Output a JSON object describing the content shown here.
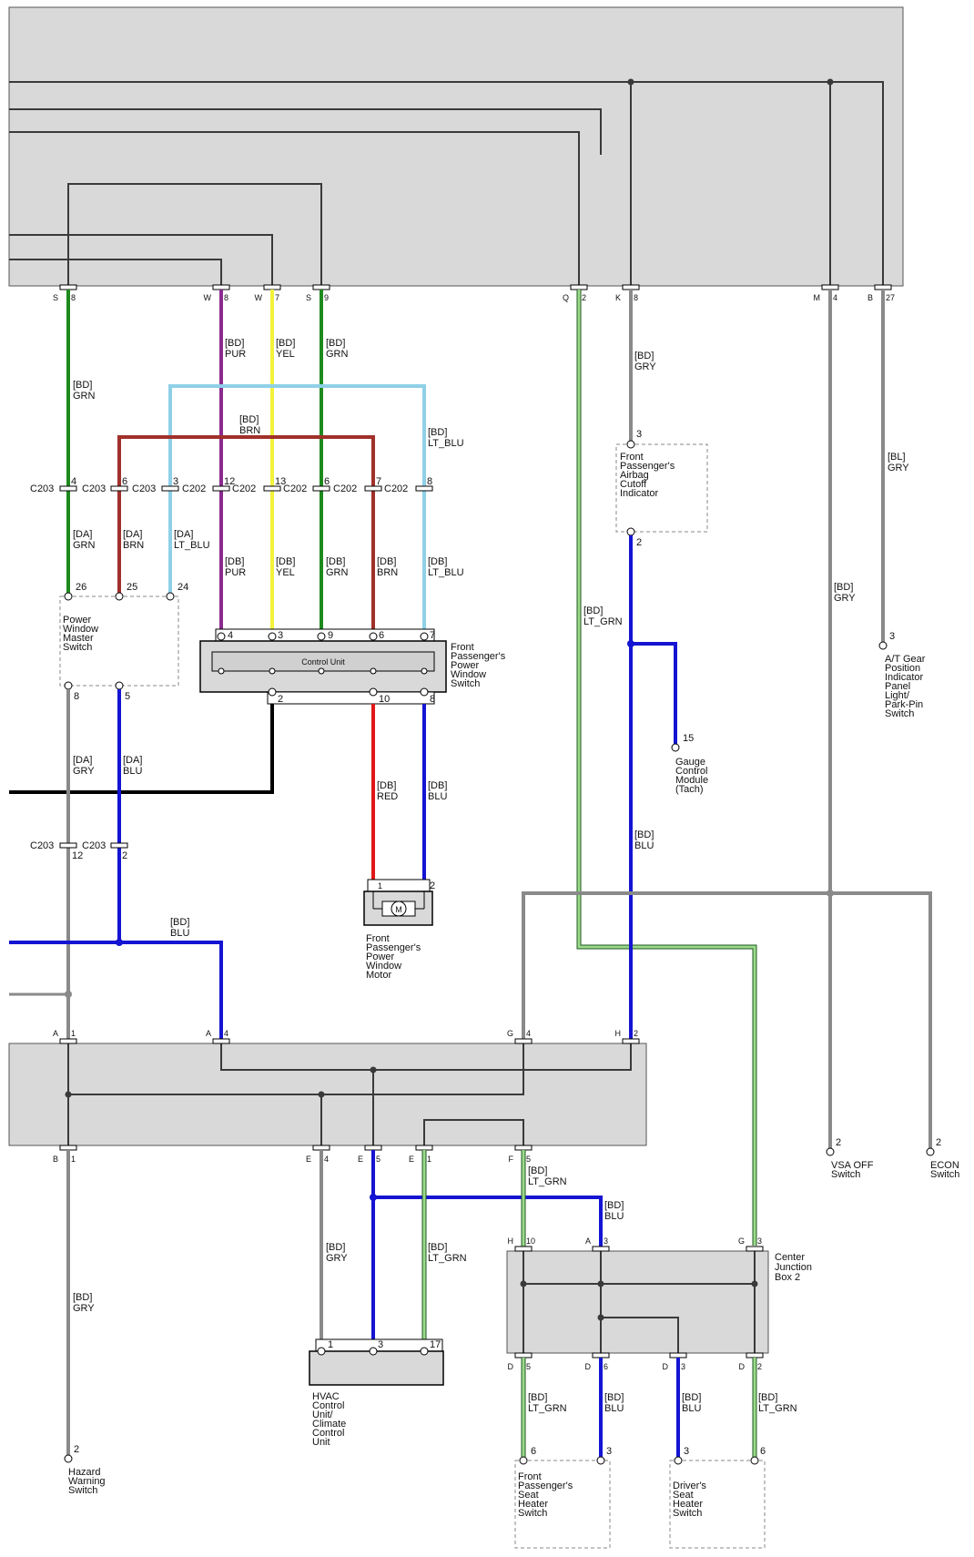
{
  "colors": {
    "GRN": "#1e8a1e",
    "PUR": "#8b2a8f",
    "YEL": "#f2f23a",
    "LT_BLU": "#8fd0e8",
    "BRN": "#a0302a",
    "GRY": "#8a8a8a",
    "LT_GRN": "#9cd98c",
    "BLU": "#1414d2",
    "RED": "#e01818",
    "BLK": "#000000",
    "box_fill": "#d9d9d9",
    "thin_wire": "#3a3a3a"
  },
  "pins_top": [
    {
      "id": "S",
      "num": "8"
    },
    {
      "id": "W",
      "num": "8"
    },
    {
      "id": "W",
      "num": "7"
    },
    {
      "id": "S",
      "num": "9"
    },
    {
      "id": "Q",
      "num": "2"
    },
    {
      "id": "K",
      "num": "8"
    },
    {
      "id": "M",
      "num": "4"
    },
    {
      "id": "B",
      "num": "27"
    }
  ],
  "wire_labels": [
    {
      "line1": "[BD]",
      "line2": "GRN"
    },
    {
      "line1": "[BD]",
      "line2": "PUR"
    },
    {
      "line1": "[BD]",
      "line2": "YEL"
    },
    {
      "line1": "[BD]",
      "line2": "GRN"
    },
    {
      "line1": "[BD]",
      "line2": "BRN"
    },
    {
      "line1": "[BD]",
      "line2": "LT_BLU"
    },
    {
      "line1": "[BD]",
      "line2": "GRY"
    },
    {
      "line1": "[BL]",
      "line2": "GRY"
    },
    {
      "line1": "[DA]",
      "line2": "GRN"
    },
    {
      "line1": "[DA]",
      "line2": "BRN"
    },
    {
      "line1": "[DA]",
      "line2": "LT_BLU"
    },
    {
      "line1": "[DB]",
      "line2": "PUR"
    },
    {
      "line1": "[DB]",
      "line2": "YEL"
    },
    {
      "line1": "[DB]",
      "line2": "GRN"
    },
    {
      "line1": "[DB]",
      "line2": "BRN"
    },
    {
      "line1": "[DB]",
      "line2": "LT_BLU"
    },
    {
      "line1": "[BD]",
      "line2": "LT_GRN"
    },
    {
      "line1": "[BD]",
      "line2": "GRY"
    },
    {
      "line1": "[DA]",
      "line2": "GRY"
    },
    {
      "line1": "[DA]",
      "line2": "BLU"
    },
    {
      "line1": "[DB]",
      "line2": "RED"
    },
    {
      "line1": "[DB]",
      "line2": "BLU"
    },
    {
      "line1": "[BD]",
      "line2": "BLU"
    },
    {
      "line1": "[BD]",
      "line2": "BLU"
    },
    {
      "line1": "[BD]",
      "line2": "LT_GRN"
    },
    {
      "line1": "[BD]",
      "line2": "BLU"
    },
    {
      "line1": "[BD]",
      "line2": "GRY"
    },
    {
      "line1": "[BD]",
      "line2": "LT_GRN"
    },
    {
      "line1": "[BD]",
      "line2": "GRY"
    },
    {
      "line1": "[BD]",
      "line2": "LT_GRN"
    },
    {
      "line1": "[BD]",
      "line2": "BLU"
    },
    {
      "line1": "[BD]",
      "line2": "BLU"
    },
    {
      "line1": "[BD]",
      "line2": "LT_GRN"
    }
  ],
  "connectors": [
    {
      "name": "C203",
      "pin": "4"
    },
    {
      "name": "C203",
      "pin": "6"
    },
    {
      "name": "C203",
      "pin": "3"
    },
    {
      "name": "C202",
      "pin": "12"
    },
    {
      "name": "C202",
      "pin": "13"
    },
    {
      "name": "C202",
      "pin": "6"
    },
    {
      "name": "C202",
      "pin": "7"
    },
    {
      "name": "C202",
      "pin": "8"
    },
    {
      "name": "C203",
      "pin": "12"
    },
    {
      "name": "C203",
      "pin": "2"
    }
  ],
  "components": {
    "airbag_indicator": [
      "Front",
      "Passenger's",
      "Airbag",
      "Cutoff",
      "Indicator"
    ],
    "at_gear": [
      "A/T Gear",
      "Position",
      "Indicator",
      "Panel",
      "Light/",
      "Park-Pin",
      "Switch"
    ],
    "pw_master": [
      "Power",
      "Window",
      "Master",
      "Switch"
    ],
    "fp_pw_switch": [
      "Front",
      "Passenger's",
      "Power",
      "Window",
      "Switch"
    ],
    "control_unit": "Control Unit",
    "gauge": [
      "Gauge",
      "Control",
      "Module",
      "(Tach)"
    ],
    "pw_motor": [
      "Front",
      "Passenger's",
      "Power",
      "Window",
      "Motor"
    ],
    "motor_symbol": "M",
    "vsa": [
      "VSA OFF",
      "Switch"
    ],
    "econ": [
      "ECON",
      "Switch"
    ],
    "cjb2": [
      "Center",
      "Junction",
      "Box 2"
    ],
    "hvac": [
      "HVAC",
      "Control",
      "Unit/",
      "Climate",
      "Control",
      "Unit"
    ],
    "hazard": [
      "Hazard",
      "Warning",
      "Switch"
    ],
    "fp_seat": [
      "Front",
      "Passenger's",
      "Seat",
      "Heater",
      "Switch"
    ],
    "dr_seat": [
      "Driver's",
      "Seat",
      "Heater",
      "Switch"
    ]
  },
  "pin_numbers": {
    "airbag_top": "3",
    "airbag_bottom": "2",
    "at_gear": "3",
    "gauge": "15",
    "pwm_26": "26",
    "pwm_25": "25",
    "pwm_24": "24",
    "pwm_8": "8",
    "pwm_5": "5",
    "fps_4": "4",
    "fps_3": "3",
    "fps_9": "9",
    "fps_6": "6",
    "fps_7": "7",
    "fps_2": "2",
    "fps_10": "10",
    "fps_8": "8",
    "motor_1": "1",
    "motor_2": "2",
    "vsa": "2",
    "econ": "2",
    "hazard": "2",
    "hvac_1": "1",
    "hvac_3": "3",
    "hvac_17": "17",
    "fps_seat_6": "6",
    "fps_seat_3": "3",
    "dr_seat_3": "3",
    "dr_seat_6": "6"
  },
  "pins_mid": [
    {
      "id": "A",
      "num": "1"
    },
    {
      "id": "A",
      "num": "4"
    },
    {
      "id": "G",
      "num": "4"
    },
    {
      "id": "H",
      "num": "2"
    }
  ],
  "pins_mid_bottom": [
    {
      "id": "B",
      "num": "1"
    },
    {
      "id": "E",
      "num": "4"
    },
    {
      "id": "E",
      "num": "5"
    },
    {
      "id": "E",
      "num": "1"
    },
    {
      "id": "F",
      "num": "5"
    }
  ],
  "pins_cjb_top": [
    {
      "id": "H",
      "num": "10"
    },
    {
      "id": "A",
      "num": "3"
    },
    {
      "id": "G",
      "num": "3"
    }
  ],
  "pins_cjb_bottom": [
    {
      "id": "D",
      "num": "5"
    },
    {
      "id": "D",
      "num": "6"
    },
    {
      "id": "D",
      "num": "3"
    },
    {
      "id": "D",
      "num": "2"
    }
  ]
}
